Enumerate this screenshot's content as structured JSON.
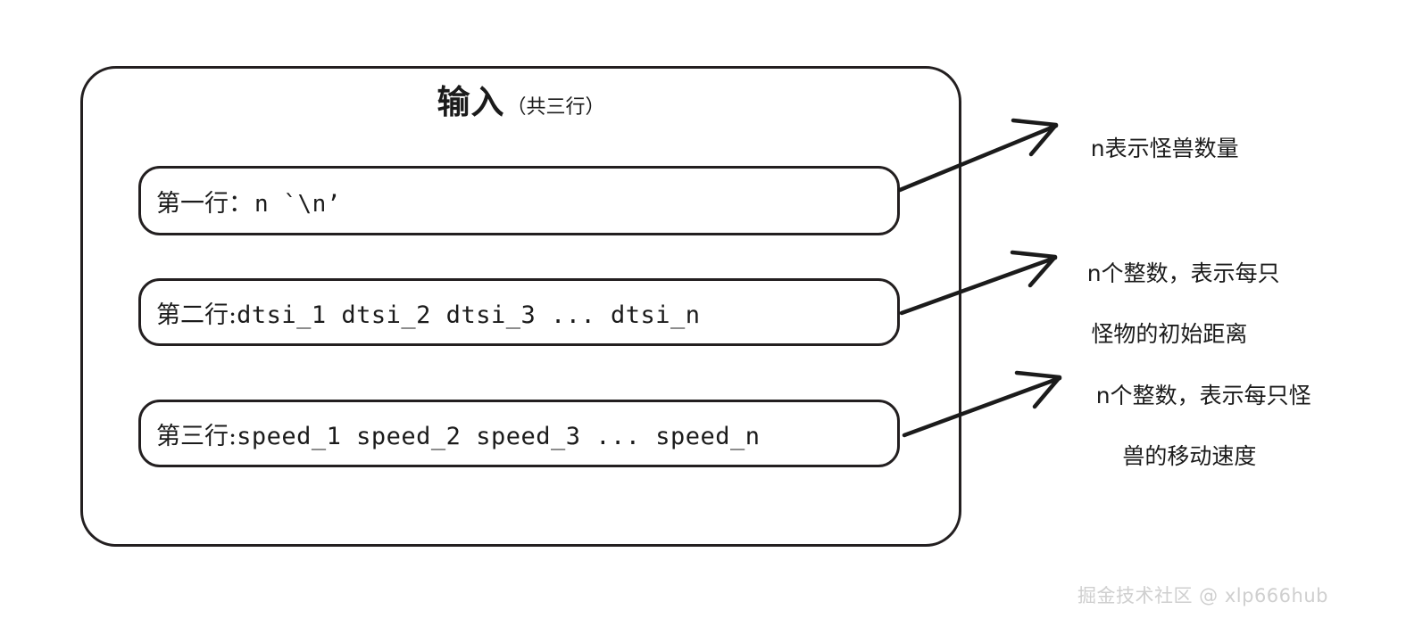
{
  "diagram": {
    "title": {
      "main": "输入",
      "sub": "（共三行）"
    },
    "lines": [
      {
        "label": "第一行：",
        "code": "n `\\n’"
      },
      {
        "label": "第二行:",
        "code": "dtsi_1 dtsi_2 dtsi_3 ... dtsi_n"
      },
      {
        "label": "第三行:",
        "code": "speed_1 speed_2 speed_3 ... speed_n"
      }
    ],
    "annotations": [
      {
        "line1": "n表示怪兽数量",
        "line2": ""
      },
      {
        "line1": "n个整数，表示每只",
        "line2": "怪物的初始距离"
      },
      {
        "line1": "n个整数，表示每只怪",
        "line2": "兽的移动速度"
      }
    ],
    "watermark": "掘金技术社区 @ xlp666hub",
    "colors": {
      "stroke": "#231f20",
      "text": "#1b1b1b",
      "background": "#ffffff",
      "watermark": "#cfcfcf"
    }
  }
}
